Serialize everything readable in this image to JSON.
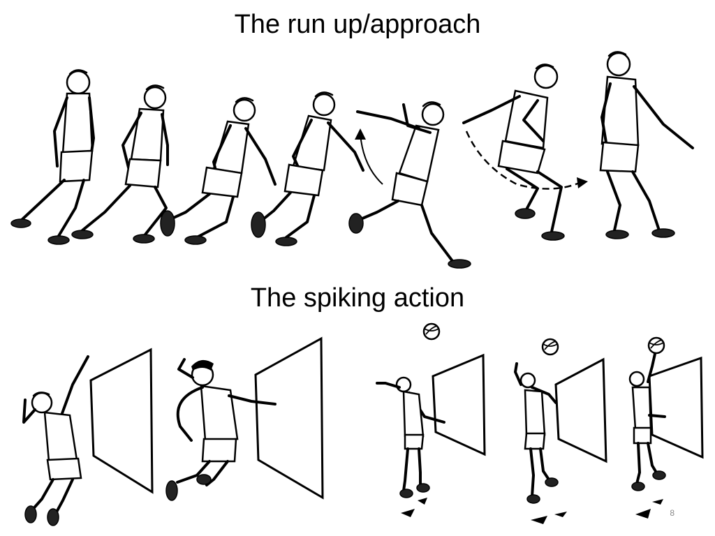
{
  "slide": {
    "title_runup": "The run up/approach",
    "title_spike": "The spiking action",
    "page_number": "8"
  },
  "illustrations": {
    "runup": {
      "icon": "volleyball-approach-sequence-illustration",
      "frames": 7
    },
    "spike": {
      "icon": "volleyball-spike-net-illustration",
      "frames": 5
    }
  }
}
